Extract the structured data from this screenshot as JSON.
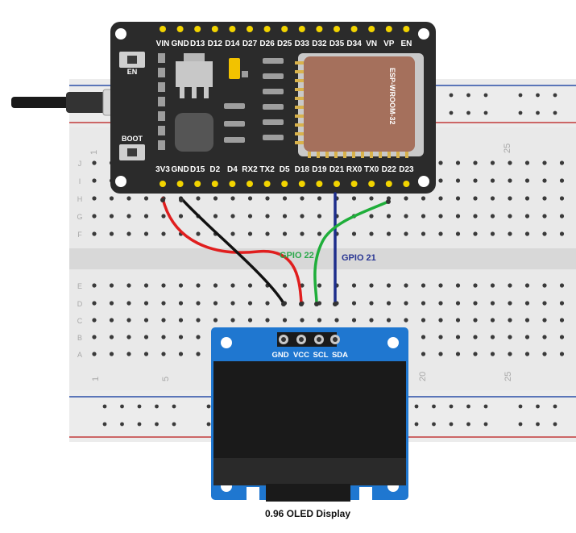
{
  "esp32": {
    "top_pins": [
      "VIN",
      "GND",
      "D13",
      "D12",
      "D14",
      "D27",
      "D26",
      "D25",
      "D33",
      "D32",
      "D35",
      "D34",
      "VN",
      "VP",
      "EN"
    ],
    "bottom_pins": [
      "3V3",
      "GND",
      "D15",
      "D2",
      "D4",
      "RX2",
      "TX2",
      "D5",
      "D18",
      "D19",
      "D21",
      "RX0",
      "TX0",
      "D22",
      "D23"
    ],
    "en_label": "EN",
    "boot_label": "BOOT",
    "module_label": "ESP-WROOM-32"
  },
  "breadboard": {
    "upper_rows": [
      "J",
      "I",
      "H",
      "G",
      "F"
    ],
    "lower_rows": [
      "E",
      "D",
      "C",
      "B",
      "A"
    ],
    "column_numbers": [
      "1",
      "5",
      "20",
      "25"
    ]
  },
  "wires": {
    "gpio22_label": "GPIO 22",
    "gpio21_label": "GPIO 21"
  },
  "oled": {
    "pins": [
      "GND",
      "VCC",
      "SCL",
      "SDA"
    ],
    "caption": "0.96 OLED Display"
  },
  "colors": {
    "board": "#2b2b2b",
    "pin_gold": "#f2d400",
    "wire_red": "#e01e1e",
    "wire_black": "#111111",
    "wire_green": "#1fae3a",
    "wire_blue": "#1e2e8c",
    "oled_blue": "#1f77d0",
    "gpio22_text": "#2aa84a",
    "gpio21_text": "#283593"
  }
}
